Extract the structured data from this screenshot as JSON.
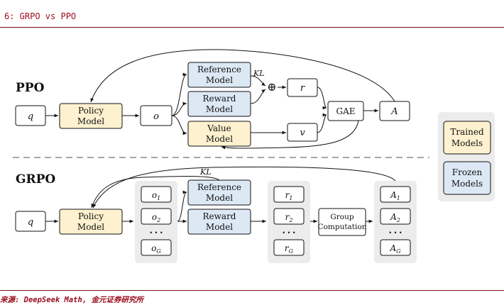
{
  "figure": {
    "title": "6: GRPO vs PPO",
    "source": "来源: DeepSeek Math, 金元证券研究所"
  },
  "ppo": {
    "label": "PPO",
    "query": "q",
    "policy_model": [
      "Policy",
      "Model"
    ],
    "output": "o",
    "reference_model": [
      "Reference",
      "Model"
    ],
    "reward_model": [
      "Reward",
      "Model"
    ],
    "value_model": [
      "Value",
      "Model"
    ],
    "kl": "KL",
    "plus": "⊕",
    "reward": "r",
    "value": "v",
    "gae": "GAE",
    "advantage": "A"
  },
  "grpo": {
    "label": "GRPO",
    "query": "q",
    "policy_model": [
      "Policy",
      "Model"
    ],
    "kl": "KL",
    "outputs": {
      "items": [
        [
          "o",
          "1"
        ],
        [
          "o",
          "2"
        ]
      ],
      "dots": "• • •",
      "last": [
        "o",
        "G"
      ]
    },
    "reference_model": [
      "Reference",
      "Model"
    ],
    "reward_model": [
      "Reward",
      "Model"
    ],
    "rewards": {
      "items": [
        [
          "r",
          "1"
        ],
        [
          "r",
          "2"
        ]
      ],
      "dots": "• • •",
      "last": [
        "r",
        "G"
      ]
    },
    "group_computation": [
      "Group",
      "Computation"
    ],
    "advantages": {
      "items": [
        [
          "A",
          "1"
        ],
        [
          "A",
          "2"
        ]
      ],
      "dots": "• • •",
      "last": [
        "A",
        "G"
      ]
    }
  },
  "legend": {
    "trained": [
      "Trained",
      "Models"
    ],
    "frozen": [
      "Frozen",
      "Models"
    ]
  },
  "colors": {
    "trained_fill": "#fdf1cf",
    "frozen_fill": "#dde8f5",
    "group_bg": "#ececec",
    "accent_red": "#9a0c1c"
  }
}
